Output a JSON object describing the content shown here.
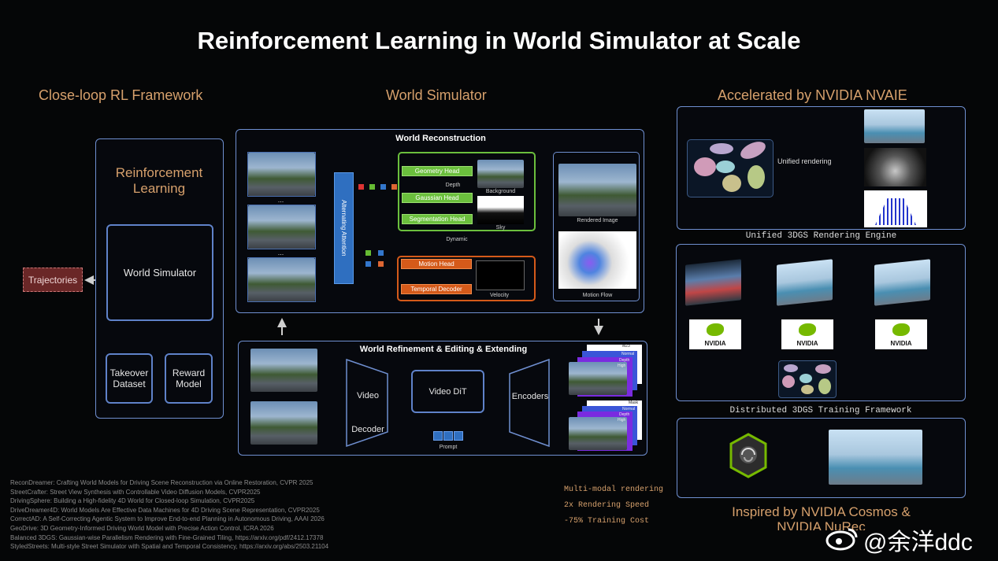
{
  "title": "Reinforcement Learning in World Simulator at Scale",
  "sections": {
    "left": "Close-loop RL Framework",
    "middle": "World Simulator",
    "right": "Accelerated by NVIDIA NVAIE"
  },
  "rl": {
    "title": "Reinforcement Learning",
    "world_simulator": "World Simulator",
    "trajectories": "Trajectories",
    "takeover": "Takeover Dataset",
    "reward": "Reward Model"
  },
  "reconstruction": {
    "title": "World Reconstruction",
    "attention": "Alternating Attention",
    "dots": "...",
    "geometry_head": "Geometry Head",
    "depth": "Depth",
    "gaussian_head": "Gaussian Head",
    "background": "Background",
    "segmentation_head": "Segmentation Head",
    "sky": "Sky",
    "dynamic": "Dynamic",
    "motion_head": "Motion Head",
    "temporal_decoder": "Temporal Decoder",
    "velocity": "Velocity",
    "rendered_image": "Rendered Image",
    "motion_flow": "Motion Flow"
  },
  "refinement": {
    "title": "World Refinement & Editing & Extending",
    "video": "Video",
    "decoder": "Decoder",
    "video_dit": "Video DiT",
    "prompt": "Prompt",
    "encoders": "Encoders",
    "stack_labels_1": [
      "M23",
      "Normal",
      "Depth",
      "High"
    ],
    "stack_labels_2": [
      "Mask",
      "Normal",
      "Depth",
      "High"
    ]
  },
  "nvaie": {
    "unified_rendering": "Unified rendering",
    "engine_caption": "Unified 3DGS Rendering Engine",
    "nvidia": "NVIDIA",
    "training_caption": "Distributed 3DGS Training Framework",
    "inspired": "Inspired by NVIDIA Cosmos &",
    "inspired2": "NVIDIA NuRec"
  },
  "features": [
    "Multi-modal rendering",
    "2x Rendering Speed",
    "-75% Training Cost"
  ],
  "references": [
    "ReconDreamer: Crafting World Models for Driving Scene Reconstruction via Online Restoration, CVPR 2025",
    "StreetCrafter: Street View Synthesis with Controllable Video Diffusion Models, CVPR2025",
    "DrivingSphere: Building a High-fidelity 4D World for Closed-loop Simulation, CVPR2025",
    "DriveDreamer4D: World Models Are Effective Data Machines for 4D Driving Scene Representation, CVPR2025",
    "CorrectAD: A Self-Correcting Agentic System to Improve End-to-end Planning in Autonomous Driving, AAAI 2026",
    "GeoDrive: 3D Geometry-Informed Driving World Model with Precise Action Control, ICRA 2026",
    "Balanced 3DGS: Gaussian-wise Parallelism Rendering with Fine-Grained Tiling, https://arxiv.org/pdf/2412.17378",
    "StyledStreets: Multi-style Street Simulator with Spatial and Temporal Consistency, https://arxiv.org/abs/2503.21104"
  ],
  "watermark": "@余洋ddc",
  "colors": {
    "accent": "#d6a06c",
    "green": "#6bbf3d",
    "orange": "#d55a1a",
    "blue": "#2f6fc0",
    "nvidia": "#76b900"
  }
}
